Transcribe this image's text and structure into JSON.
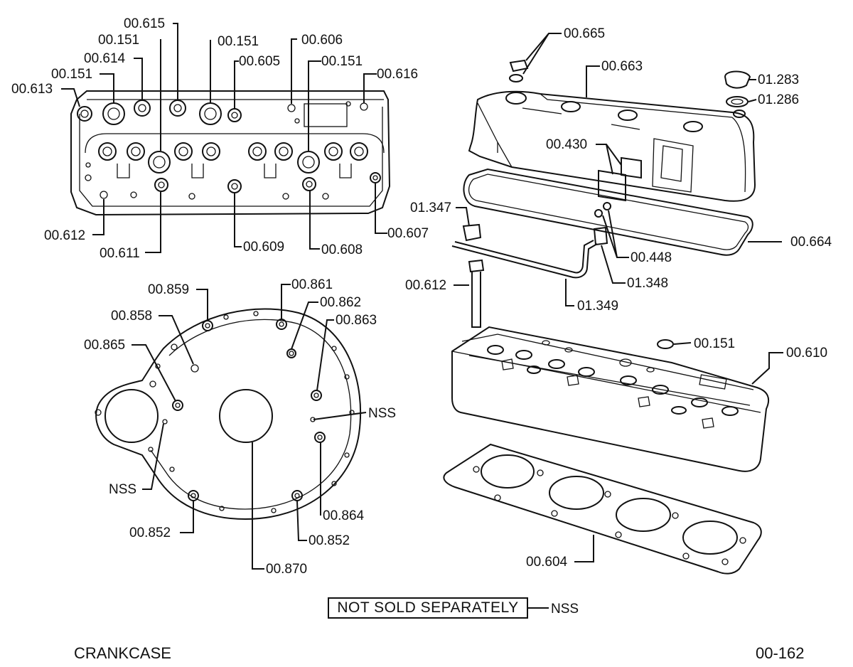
{
  "labels": {
    "c_615": "00.615",
    "c_151a": "00.151",
    "c_151b": "00.151",
    "c_606": "00.606",
    "c_614": "00.614",
    "c_605": "00.605",
    "c_151c": "00.151",
    "c_151d": "00.151",
    "c_616": "00.616",
    "c_613": "00.613",
    "c_612": "00.612",
    "c_611": "00.611",
    "c_609": "00.609",
    "c_608": "00.608",
    "c_607": "00.607",
    "v_665": "00.665",
    "v_663": "00.663",
    "v_283": "01.283",
    "v_286": "01.286",
    "v_430": "00.430",
    "v_347": "01.347",
    "v_664": "00.664",
    "v_448": "00.448",
    "v_348": "01.348",
    "v_612": "00.612",
    "v_349": "01.349",
    "v_151": "00.151",
    "v_610": "00.610",
    "v_604": "00.604",
    "p_859": "00.859",
    "p_861": "00.861",
    "p_862": "00.862",
    "p_858": "00.858",
    "p_863": "00.863",
    "p_865": "00.865",
    "p_nss1": "NSS",
    "p_nss2": "NSS",
    "p_864": "00.864",
    "p_852a": "00.852",
    "p_852b": "00.852",
    "p_870": "00.870"
  },
  "legend": {
    "box_text": "NOT SOLD SEPARATELY",
    "abbr": "NSS"
  },
  "footer": {
    "section": "CRANKCASE",
    "page_code": "00-162"
  }
}
